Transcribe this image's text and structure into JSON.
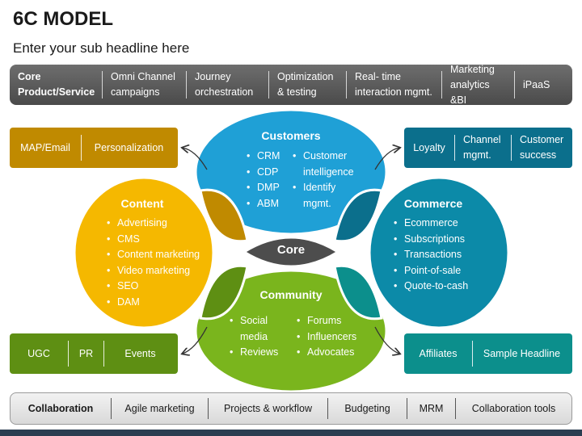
{
  "title": "6C MODEL",
  "subtitle": "Enter your sub headline here",
  "top_bar": [
    "Core\nProduct/Service",
    "Omni Channel\ncampaigns",
    "Journey\norchestration",
    "Optimization\n& testing",
    "Real- time\ninteraction mgmt.",
    "Marketing\nanalytics &BI",
    "iPaaS"
  ],
  "bottom_bar": [
    "Collaboration",
    "Agile marketing",
    "Projects & workflow",
    "Budgeting",
    "MRM",
    "Collaboration tools"
  ],
  "boxes": {
    "top_left": [
      "MAP/Email",
      "Personalization"
    ],
    "top_right": [
      "Loyalty",
      "Channel\nmgmt.",
      "Customer\nsuccess"
    ],
    "bottom_left": [
      "UGC",
      "PR",
      "Events"
    ],
    "bottom_right": [
      "Affiliates",
      "Sample Headline"
    ]
  },
  "petals": {
    "customers": {
      "title": "Customers",
      "col1": [
        "CRM",
        "CDP",
        "DMP",
        "ABM"
      ],
      "col2": [
        "Customer\nintelligence",
        "Identify\nmgmt."
      ]
    },
    "content": {
      "title": "Content",
      "items": [
        "Advertising",
        "CMS",
        "Content marketing",
        "Video marketing",
        "SEO",
        "DAM"
      ]
    },
    "commerce": {
      "title": "Commerce",
      "items": [
        "Ecommerce",
        "Subscriptions",
        "Transactions",
        "Point-of-sale",
        "Quote-to-cash"
      ]
    },
    "community": {
      "title": "Community",
      "col1": [
        "Social\nmedia",
        "Reviews"
      ],
      "col2": [
        "Forums",
        "Influencers",
        "Advocates"
      ]
    }
  },
  "core": "Core",
  "colors": {
    "customers": "#1fa0d6",
    "content": "#f5b800",
    "commerce": "#0c8aa8",
    "community": "#7ab51d",
    "box_top_left": "#c08a00",
    "box_top_right": "#0b6f8c",
    "box_bottom_left": "#5e8f13",
    "box_bottom_right": "#0c8f8c",
    "core": "#4d4d4d"
  }
}
